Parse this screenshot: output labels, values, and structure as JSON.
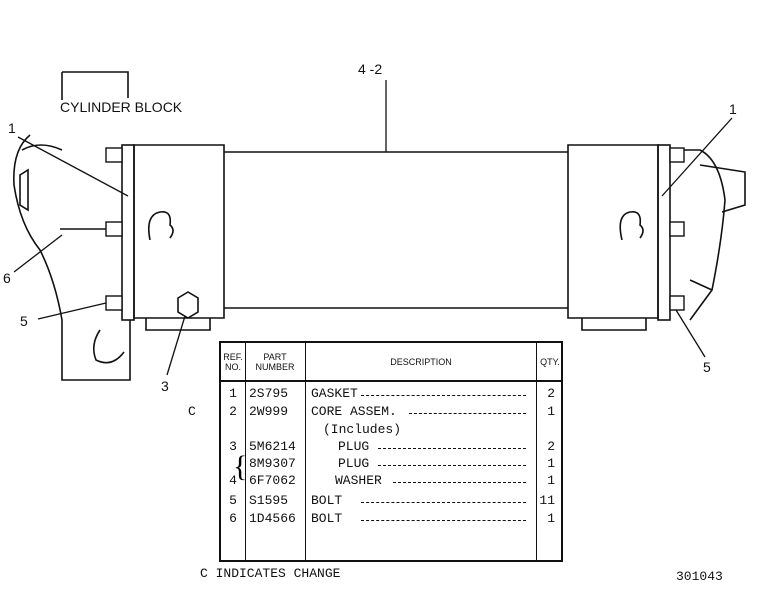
{
  "callouts": {
    "cylinder_block": "CYLINDER BLOCK",
    "ref_4_2": "4 -2",
    "ref_1_left": "1",
    "ref_1_right": "1",
    "ref_6": "6",
    "ref_5_left": "5",
    "ref_5_right": "5",
    "ref_3": "3"
  },
  "table": {
    "headers": {
      "ref": "REF. NO.",
      "part": "PART NUMBER",
      "desc": "DESCRIPTION",
      "qty": "QTY."
    },
    "rows": [
      {
        "mark": "",
        "ref": "1",
        "part": "2S795",
        "desc": "GASKET",
        "qty": "2"
      },
      {
        "mark": "C",
        "ref": "2",
        "part": "2W999",
        "desc": "CORE ASSEM.",
        "qty": "1"
      },
      {
        "mark": "",
        "ref": "",
        "part": "",
        "desc": "(Includes)",
        "qty": ""
      },
      {
        "mark": "",
        "ref": "3",
        "part": "5M6214",
        "desc": "PLUG",
        "qty": "2"
      },
      {
        "mark": "",
        "ref": "",
        "part": "8M9307",
        "desc": "PLUG",
        "qty": "1"
      },
      {
        "mark": "",
        "ref": "4",
        "part": "6F7062",
        "desc": "WASHER",
        "qty": "1"
      },
      {
        "mark": "",
        "ref": "5",
        "part": "S1595",
        "desc": "BOLT",
        "qty": "11"
      },
      {
        "mark": "",
        "ref": "6",
        "part": "1D4566",
        "desc": "BOLT",
        "qty": "1"
      }
    ]
  },
  "footer": {
    "change_note": "C INDICATES CHANGE",
    "drawing_number": "301043"
  }
}
